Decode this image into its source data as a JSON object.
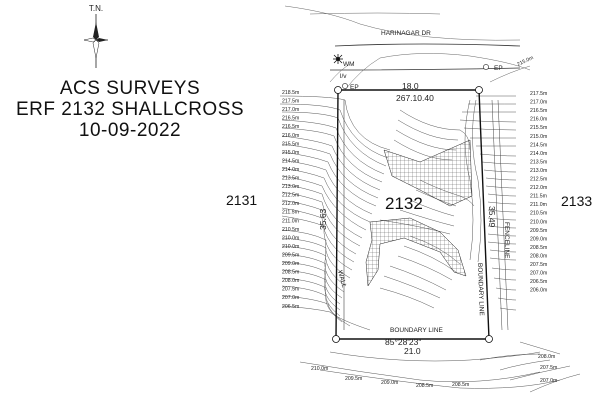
{
  "north_label": "T.N.",
  "title": [
    "ACS SURVEYS",
    "ERF 2132 SHALLCROSS",
    "10-09-2022"
  ],
  "erfs": {
    "main": "2132",
    "left": "2131",
    "right": "2133"
  },
  "road_name": "HARINAGAR DR",
  "symbols": {
    "wm": "WM",
    "ep_left": "EP",
    "ep_right": "EP",
    "lv": "l/v"
  },
  "road_elev": "215.0m",
  "dims": {
    "top_width": "18.0",
    "top_bearing": "267.10.40",
    "left_side": "35.63",
    "right_side": "35.49",
    "bottom_bearing": "85°28'23\"",
    "bottom_width": "21.0"
  },
  "labels": {
    "wall": "WALL",
    "boundary_right": "BOUNDARY LINE",
    "boundary_bottom": "BOUNDARY LINE",
    "fenceline": "FENCELINE"
  },
  "contours_left": [
    "218.5m",
    "217.5m",
    "217.0m",
    "216.5m",
    "216.5m",
    "216.0m",
    "215.5m",
    "215.0m",
    "214.5m",
    "214.0m",
    "213.5m",
    "213.0m",
    "212.5m",
    "212.0m",
    "211.5m",
    "211.0m",
    "210.5m",
    "210.0m",
    "210.0m",
    "209.5m",
    "209.0m",
    "208.5m",
    "208.0m",
    "207.5m",
    "207.0m",
    "206.5m"
  ],
  "contours_right": [
    "217.5m",
    "217.0m",
    "216.5m",
    "216.0m",
    "215.5m",
    "215.0m",
    "214.5m",
    "214.0m",
    "213.5m",
    "213.0m",
    "212.5m",
    "212.0m",
    "211.5m",
    "211.0m",
    "210.5m",
    "210.0m",
    "209.5m",
    "209.0m",
    "208.5m",
    "208.0m",
    "207.5m",
    "207.0m",
    "206.5m",
    "206.0m"
  ],
  "bottom_elevs": [
    "210.0m",
    "209.5m",
    "209.0m",
    "208.5m",
    "208.0m",
    "207.5m",
    "207.0m"
  ]
}
